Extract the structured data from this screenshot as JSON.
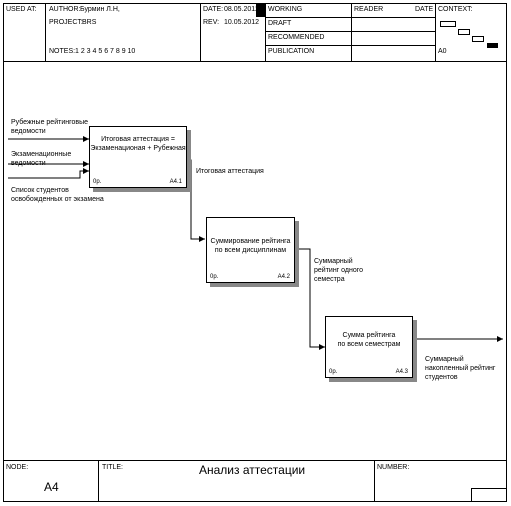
{
  "header": {
    "used_at_label": "USED AT:",
    "author_label": "AUTHOR:",
    "author_value": "Бурмин Л.Н,",
    "project_label": "PROJECT:",
    "project_value": "BRS",
    "notes_label": "NOTES:",
    "notes_value": "1 2 3 4 5 6 7 8 9 10",
    "date_label": "DATE:",
    "date_value": "08.05.2012",
    "rev_label": "REV:",
    "rev_value": "10.05.2012",
    "status_items": [
      "WORKING",
      "DRAFT",
      "RECOMMENDED",
      "PUBLICATION"
    ],
    "reader_label": "READER",
    "reader_date_label": "DATE",
    "context_label": "CONTEXT:",
    "context_node": "A0"
  },
  "diagram": {
    "boxes": [
      {
        "text": "Итоговая аттестация =\nЭкзаменационая + Рубежная",
        "cost": "0р.",
        "code": "A4.1"
      },
      {
        "text": "Суммирование рейтинга\nпо всем дисциплинам",
        "cost": "0р.",
        "code": "A4.2"
      },
      {
        "text": "Сумма рейтинга\nпо всем семестрам",
        "cost": "0р.",
        "code": "A4.3"
      }
    ],
    "inputs": [
      "Рубежные рейтинговые\nведомости",
      "Экзаменационные\nведомости",
      "Список студентов\nосвобожденных от экзамена"
    ],
    "arrows": [
      "Итоговая аттестация",
      "Суммарный\nрейтинг одного\nсеместра",
      "Суммарный\nнакопленный рейтинг\nстудентов"
    ]
  },
  "footer": {
    "node_label": "NODE:",
    "node_value": "A4",
    "title_label": "TITLE:",
    "title_value": "Анализ аттестации",
    "number_label": "NUMBER:"
  }
}
